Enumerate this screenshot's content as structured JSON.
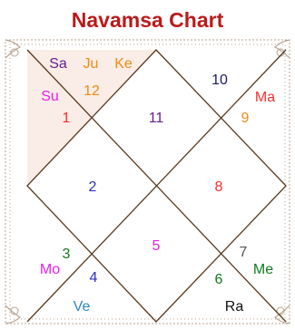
{
  "title": "Navamsa Chart",
  "colors": {
    "title": "#bb1a1a",
    "line": "#5a3a1c",
    "border": "#b9a08c",
    "highlight": "#f6ddd2"
  },
  "houses": [
    {
      "house": 1,
      "number": "1",
      "number_color": "#ff2d2d",
      "planets": [
        {
          "abbr": "Su",
          "color": "#e91de9"
        }
      ]
    },
    {
      "house": 2,
      "number": "2",
      "number_color": "#2d2dc8",
      "planets": []
    },
    {
      "house": 3,
      "number": "3",
      "number_color": "#0f7a1e",
      "planets": [
        {
          "abbr": "Mo",
          "color": "#e91de9"
        }
      ]
    },
    {
      "house": 4,
      "number": "4",
      "number_color": "#2d2dc8",
      "planets": [
        {
          "abbr": "Ve",
          "color": "#2a8ac8"
        }
      ]
    },
    {
      "house": 5,
      "number": "5",
      "number_color": "#e91de9",
      "planets": []
    },
    {
      "house": 6,
      "number": "6",
      "number_color": "#0f7a1e",
      "planets": [
        {
          "abbr": "Ra",
          "color": "#111111"
        }
      ]
    },
    {
      "house": 7,
      "number": "7",
      "number_color": "#555555",
      "planets": [
        {
          "abbr": "Me",
          "color": "#0f7a1e"
        }
      ]
    },
    {
      "house": 8,
      "number": "8",
      "number_color": "#ff2d2d",
      "planets": []
    },
    {
      "house": 9,
      "number": "9",
      "number_color": "#f08c14",
      "planets": [
        {
          "abbr": "Ma",
          "color": "#ff2d2d"
        }
      ]
    },
    {
      "house": 10,
      "number": "10",
      "number_color": "#1a1a6e",
      "planets": []
    },
    {
      "house": 11,
      "number": "11",
      "number_color": "#6a1e8a",
      "planets": []
    },
    {
      "house": 12,
      "number": "12",
      "number_color": "#f08c14",
      "planets": [
        {
          "abbr": "Sa",
          "color": "#6a1e8a"
        },
        {
          "abbr": "Ju",
          "color": "#f08c14"
        },
        {
          "abbr": "Ke",
          "color": "#f08c14"
        }
      ]
    }
  ]
}
